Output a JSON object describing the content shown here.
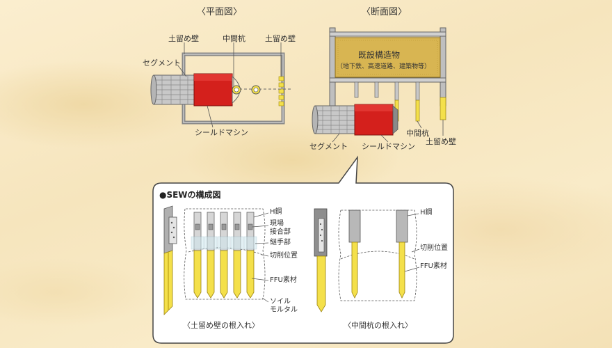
{
  "plan_view": {
    "title": "〈平面図〉",
    "labels": {
      "retaining_wall_left": "土留め壁",
      "intermediate_pile": "中間杭",
      "retaining_wall_right": "土留め壁",
      "segment": "セグメント",
      "shield_machine": "シールドマシン"
    }
  },
  "section_view": {
    "title": "〈断面図〉",
    "structure_name": "既設構造物",
    "structure_detail": "（地下鉄、高速道路、建築物等）",
    "labels": {
      "segment": "セグメント",
      "shield_machine": "シールドマシン",
      "intermediate_pile": "中間杭",
      "retaining_wall": "土留め壁"
    }
  },
  "sew_box": {
    "title": "●SEWの構成図",
    "left_panel": {
      "caption": "〈土留め壁の根入れ〉",
      "labels": {
        "h_steel": "H鋼",
        "site_joint_1": "現場",
        "site_joint_2": "接合部",
        "joint": "継手部",
        "cutting_position": "切削位置",
        "ffu_material": "FFU素材",
        "soil_mortar_1": "ソイル",
        "soil_mortar_2": "モルタル"
      }
    },
    "right_panel": {
      "caption": "〈中間杭の根入れ〉",
      "labels": {
        "h_steel": "H鋼",
        "cutting_position": "切削位置",
        "ffu_material": "FFU素材"
      }
    }
  },
  "colors": {
    "shield_red": "#d4201c",
    "ffu_yellow": "#f4e04a",
    "steel_gray": "#9a9a9a",
    "structure_fill": "#d8b552",
    "box_border": "#444444"
  }
}
